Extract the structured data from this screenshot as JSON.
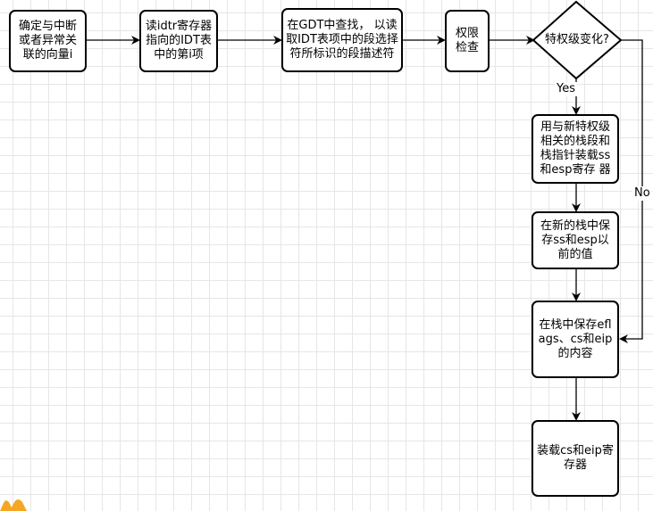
{
  "nodes": {
    "n1": "确定与中断或者异常关联的向量i",
    "n2": "读idtr寄存器指向的IDT表中的第i项",
    "n3": "在GDT中查找， 以读取IDT表项中的段选择符所标识的段描述符",
    "n4": "权限\n检查",
    "decision": "特权级变化?",
    "n5": "用与新特权级相关的栈段和栈指针装载ss和esp寄存 器",
    "n6": "在新的栈中保存ss和esp以前的值",
    "n7": "在栈中保存eflags、cs和eip的内容",
    "n8": "装载cs和eip寄存器"
  },
  "edges": {
    "yes_label": "Yes",
    "no_label": "No"
  },
  "colors": {
    "stroke": "#000000",
    "grid": "#e6e6e6",
    "accent": "#f5a623"
  }
}
